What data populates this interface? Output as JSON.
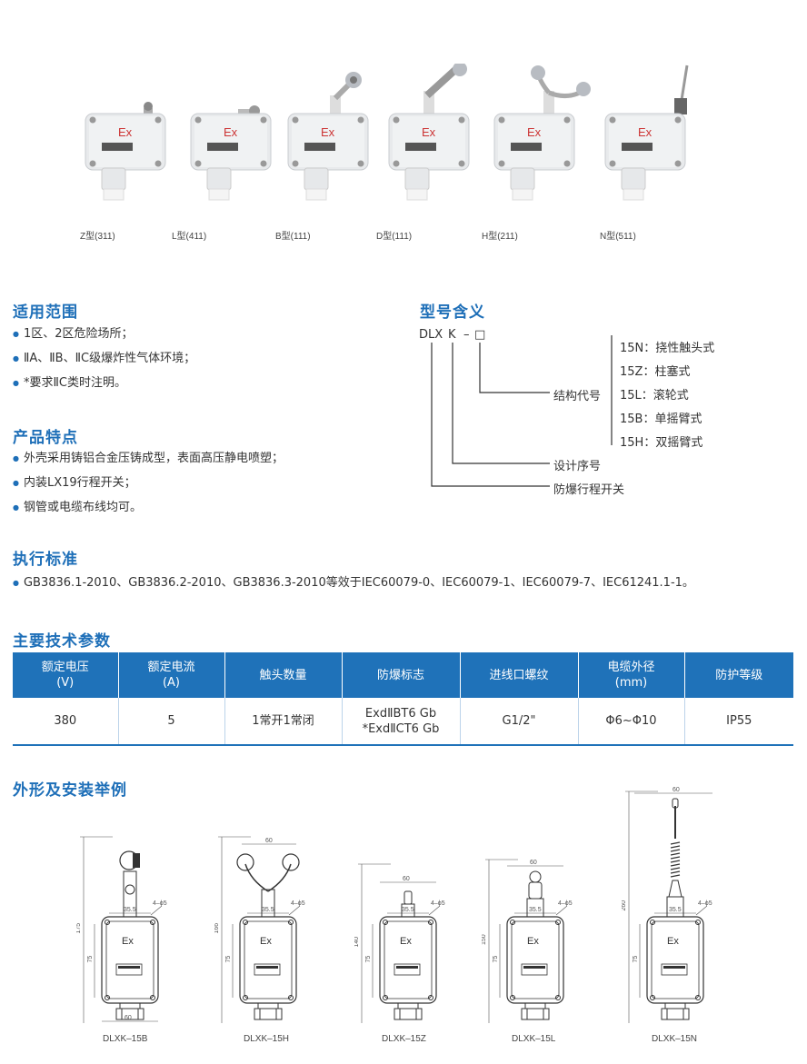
{
  "products": [
    {
      "caption": "Z型(311)"
    },
    {
      "caption": "L型(411)"
    },
    {
      "caption": "B型(111)"
    },
    {
      "caption": "D型(111)"
    },
    {
      "caption": "H型(211)"
    },
    {
      "caption": "N型(511)"
    }
  ],
  "ex_mark": "Ex",
  "scope": {
    "title": "适用范围",
    "items": [
      "1区、2区危险场所；",
      "ⅡA、ⅡB、ⅡC级爆炸性气体环境；",
      "*要求ⅡC类时注明。"
    ]
  },
  "features": {
    "title": "产品特点",
    "items": [
      "外壳采用铸铝合金压铸成型，表面高压静电喷塑；",
      "内装LX19行程开关；",
      "钢管或电缆布线均可。"
    ]
  },
  "standards": {
    "title": "执行标准",
    "items": [
      "GB3836.1-2010、GB3836.2-2010、GB3836.3-2010等效于IEC60079-0、IEC60079-1、IEC60079-7、IEC61241.1-1。"
    ]
  },
  "model": {
    "title": "型号含义",
    "code_dlx": "DLX",
    "code_k": "K",
    "code_dash": "–",
    "code_box": "□",
    "types": [
      "15N：挠性触头式",
      "15Z：柱塞式",
      "15L：滚轮式",
      "15B：单摇臂式",
      "15H：双摇臂式"
    ],
    "struct_label": "结构代号",
    "design_label": "设计序号",
    "name_label": "防爆行程开关"
  },
  "params": {
    "title": "主要技术参数",
    "headers": [
      {
        "l1": "额定电压",
        "l2": "(V)"
      },
      {
        "l1": "额定电流",
        "l2": "(A)"
      },
      {
        "l1": "触头数量",
        "l2": ""
      },
      {
        "l1": "防爆标志",
        "l2": ""
      },
      {
        "l1": "进线口螺纹",
        "l2": ""
      },
      {
        "l1": "电缆外径",
        "l2": "(mm)"
      },
      {
        "l1": "防护等级",
        "l2": ""
      }
    ],
    "row": [
      {
        "l1": "380",
        "l2": ""
      },
      {
        "l1": "5",
        "l2": ""
      },
      {
        "l1": "1常开1常闭",
        "l2": ""
      },
      {
        "l1": "ExdⅡBT6 Gb",
        "l2": "*ExdⅡCT6 Gb"
      },
      {
        "l1": "G1/2\"",
        "l2": ""
      },
      {
        "l1": "Φ6~Φ10",
        "l2": ""
      },
      {
        "l1": "IP55",
        "l2": ""
      }
    ]
  },
  "install": {
    "title": "外形及安装举例",
    "drawings": [
      {
        "caption": "DLXK–15B",
        "height": "175",
        "body_h": "75",
        "width": "60",
        "hole": "35.5",
        "thread": "4–ϕ5"
      },
      {
        "caption": "DLXK–15H",
        "height": "166",
        "body_h": "75",
        "width": "60",
        "hole": "35.5",
        "thread": "4–ϕ5"
      },
      {
        "caption": "DLXK–15Z",
        "height": "140",
        "body_h": "75",
        "width": "60",
        "hole": "35.5",
        "thread": "4–ϕ5"
      },
      {
        "caption": "DLXK–15L",
        "height": "150",
        "body_h": "75",
        "width": "60",
        "hole": "35.5",
        "thread": "4–ϕ5"
      },
      {
        "caption": "DLXK–15N",
        "height": "260",
        "body_h": "75",
        "width": "60",
        "hole": "35.5",
        "thread": "4–ϕ5"
      }
    ]
  }
}
